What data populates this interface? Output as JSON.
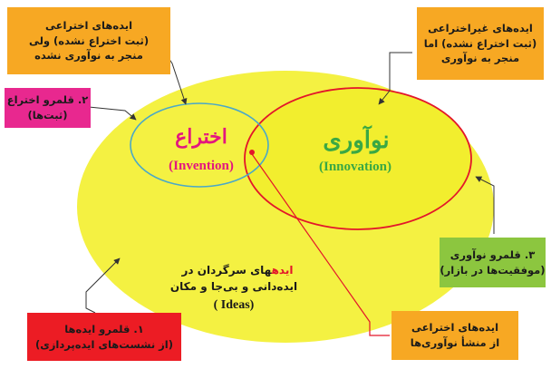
{
  "colors": {
    "outer_ellipse": "#f4f142",
    "invention_ellipse_stroke": "#4aa8c8",
    "innovation_ellipse_stroke": "#e3162a",
    "invention_text": "#e3167f",
    "innovation_text": "#3aa844",
    "orange_box": "#f7a823",
    "magenta_box": "#e8288f",
    "green_box": "#8cc63f",
    "red_box": "#ec1c24"
  },
  "boxes": {
    "top_left": {
      "line1": "ایده‌های اختراعی",
      "line2": "(ثبت اختراع نشده) ولی",
      "line3": "منجر به نوآوری نشده"
    },
    "top_right": {
      "line1": "ایده‌های غیراختراعی",
      "line2": "(ثبت اختراع نشده) اما",
      "line3": "منجر به نوآوری"
    },
    "invention_domain": {
      "line1": "۲. قلمرو اختراع",
      "line2": "(ثبت‌ها)"
    },
    "innovation_domain": {
      "line1": "۳. قلمرو نوآوری",
      "line2": "(موفقیت‌ها در بازار)"
    },
    "ideas_domain": {
      "line1": "۱. قلمرو ایده‌ها",
      "line2": "(از نشست‌های ایده‌پردازی)"
    },
    "bottom_right": {
      "line1": "ایده‌های اختراعی",
      "line2": "از منشأ نوآوری‌ها"
    }
  },
  "ellipses": {
    "invention": {
      "title": "اختراع",
      "subtitle": "(Invention)"
    },
    "innovation": {
      "title": "نوآوری",
      "subtitle": "(Innovation)"
    },
    "ideas": {
      "line1_highlight": "ایده",
      "line1_rest": "های سرگردان در",
      "line2": "ایده‌دانی و بی‌جا و مکان",
      "line3": "( Ideas)"
    }
  }
}
